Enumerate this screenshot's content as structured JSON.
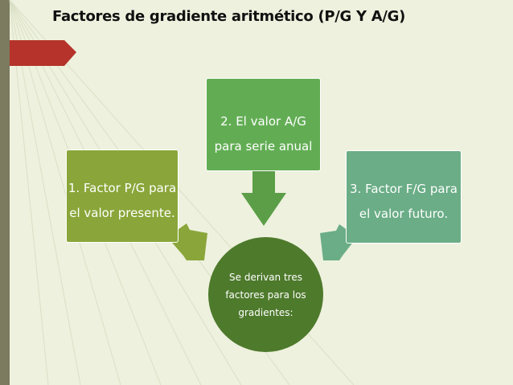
{
  "title": "Factores de gradiente aritmético (P/G Y A/G)",
  "colors": {
    "background": "#eef1de",
    "left_bar": "#7c7a5f",
    "red_accent": "#b5332a",
    "box_factor_pg": "#8aa63a",
    "box_valor_ag": "#62ad54",
    "box_factor_fg": "#6aad86",
    "center_circle": "#4e7a2c"
  },
  "boxes": {
    "factor_pg": "1. Factor P/G para el valor presente.",
    "valor_ag": "2. El valor A/G para serie anual",
    "factor_fg": "3. Factor F/G para el valor futuro."
  },
  "center_text": "Se derivan tres factores para los gradientes:"
}
